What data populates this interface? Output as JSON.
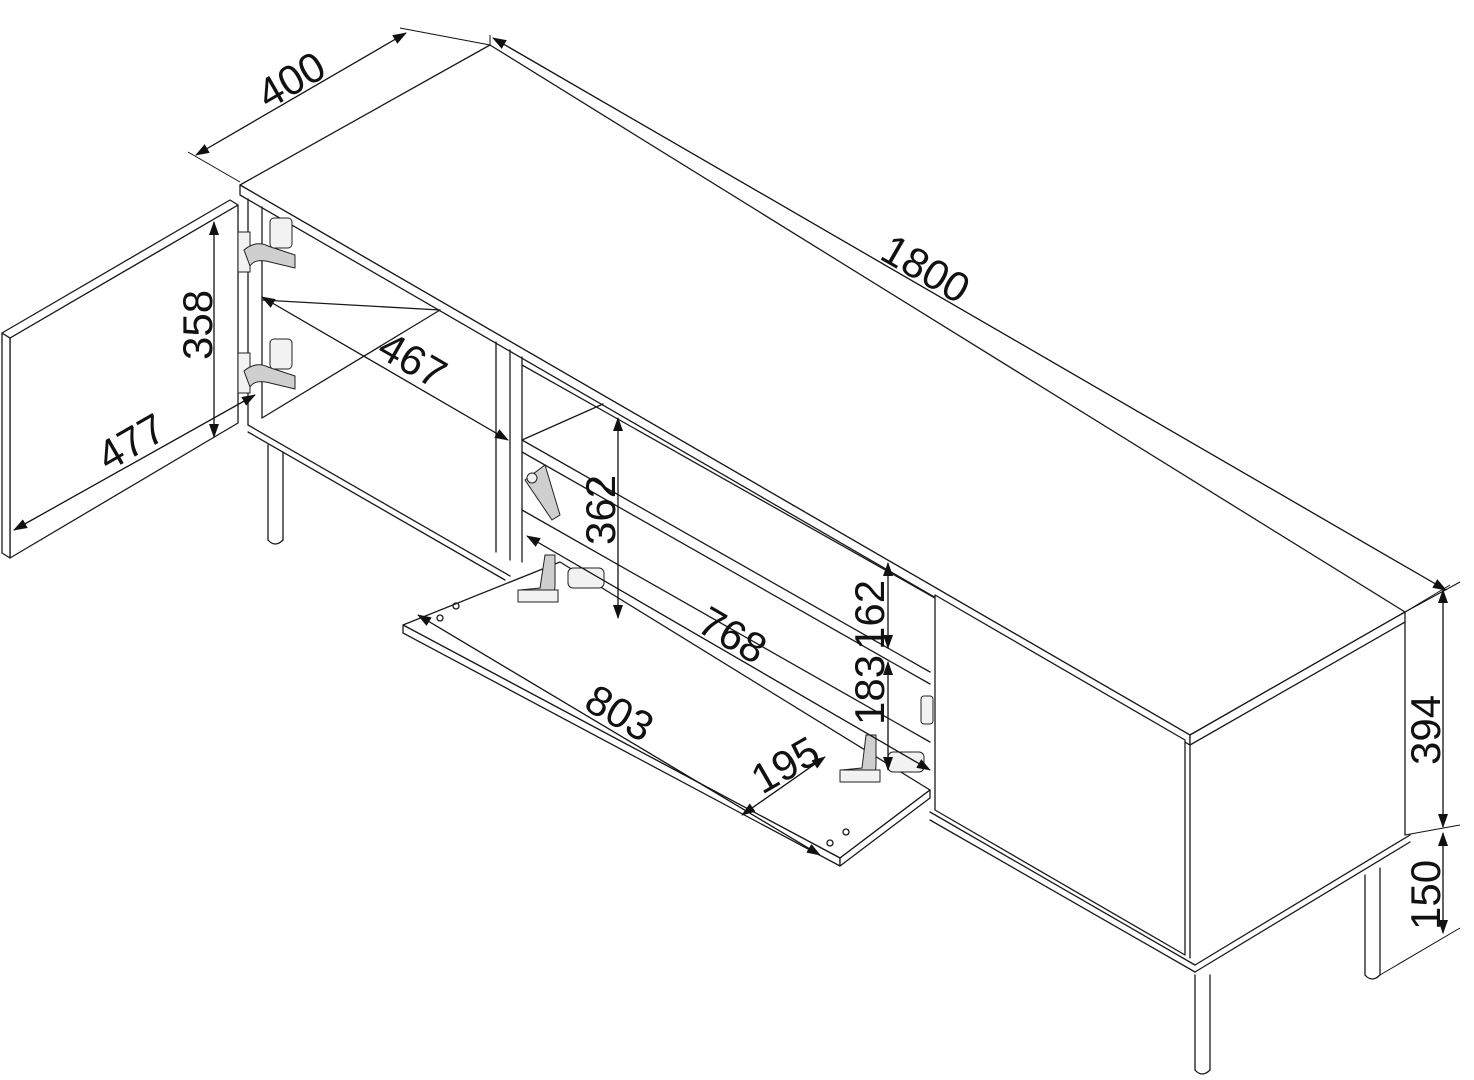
{
  "diagram": {
    "subject": "TV stand / sideboard with two hinged doors and one drop-down flap, on legs",
    "units": "mm",
    "line_color": "#1a1a1a",
    "background": "#ffffff"
  },
  "dimensions": {
    "depth": "400",
    "width": "1800",
    "left_door_height": "358",
    "left_door_width": "477",
    "left_inner_width": "467",
    "middle_inner_height": "362",
    "flap_inner_width": "768",
    "flap_width": "803",
    "hinge_offset": "195",
    "upper_shelf_gap": "162",
    "lower_shelf_gap": "183",
    "body_height": "394",
    "leg_height": "150"
  }
}
